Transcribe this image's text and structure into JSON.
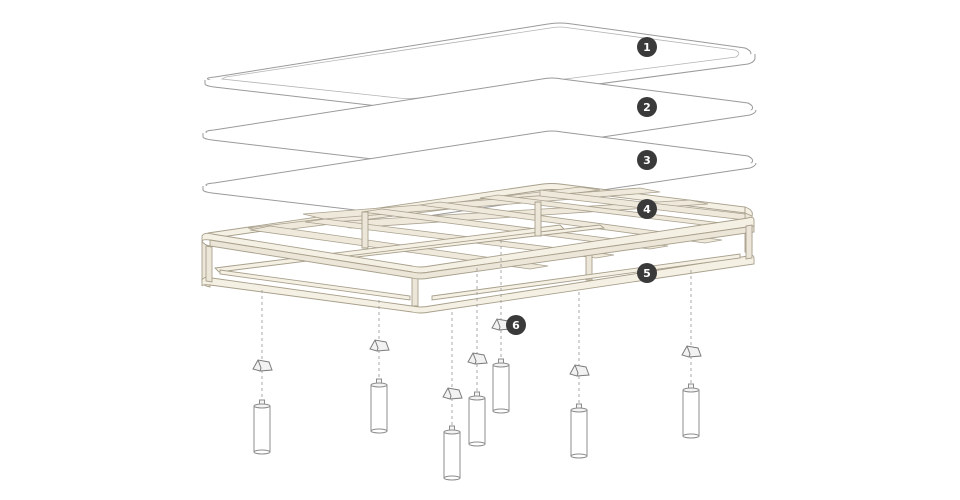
{
  "diagram": {
    "callouts": [
      {
        "number": "1",
        "part": "top-panel"
      },
      {
        "number": "2",
        "part": "middle-panel"
      },
      {
        "number": "3",
        "part": "lower-panel"
      },
      {
        "number": "4",
        "part": "slat-deck"
      },
      {
        "number": "5",
        "part": "base-frame"
      },
      {
        "number": "6",
        "part": "leg-bracket"
      }
    ],
    "colors": {
      "callout_fill": "#3a3a3a",
      "callout_text": "#ffffff",
      "frame": "#ece6d8",
      "outline": "#9a9a9a"
    },
    "leg_count": 7,
    "bracket_count": 7
  }
}
